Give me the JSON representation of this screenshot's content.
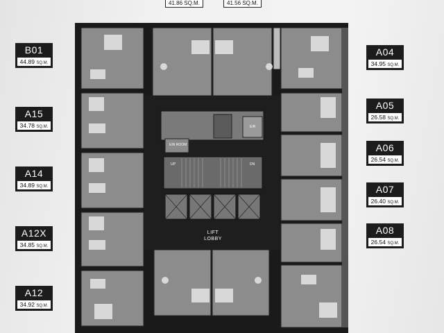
{
  "top_areas": [
    {
      "id": "top-left",
      "area": "41.86 SQ.M."
    },
    {
      "id": "top-right",
      "area": "41.56 SQ.M."
    }
  ],
  "units_left": [
    {
      "code": "B01",
      "area": "44.89",
      "unit": "SQ.M."
    },
    {
      "code": "A15",
      "area": "34.78",
      "unit": "SQ.M."
    },
    {
      "code": "A14",
      "area": "34.89",
      "unit": "SQ.M."
    },
    {
      "code": "A12X",
      "area": "34.85",
      "unit": "SQ.M."
    },
    {
      "code": "A12",
      "area": "34.92",
      "unit": "SQ.M."
    }
  ],
  "units_right": [
    {
      "code": "A04",
      "area": "34.95",
      "unit": "SQ.M."
    },
    {
      "code": "A05",
      "area": "26.58",
      "unit": "SQ.M."
    },
    {
      "code": "A06",
      "area": "26.54",
      "unit": "SQ.M."
    },
    {
      "code": "A07",
      "area": "26.40",
      "unit": "SQ.M."
    },
    {
      "code": "A08",
      "area": "26.54",
      "unit": "SQ.M."
    }
  ],
  "core": {
    "lobby_line1": "LIFT",
    "lobby_line2": "LOBBY",
    "room_label": "EIN ROOM",
    "er_label": "E/R",
    "up_label": "UP",
    "dn_label": "DN"
  },
  "colors": {
    "tag_bg": "#1c1c1c",
    "corridor": "#1e1e1e",
    "unit_fill": "#8e8e8e",
    "wall": "#141414"
  }
}
